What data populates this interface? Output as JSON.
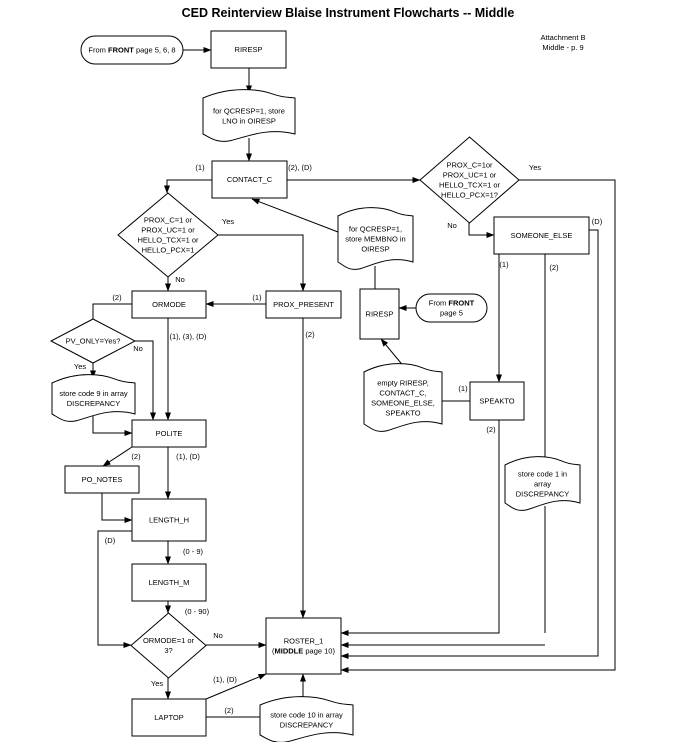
{
  "title": "CED Reinterview Blaise Instrument Flowcharts --  Middle",
  "attachment": [
    "Attachment B",
    "Middle - p. 9"
  ],
  "nodes": {
    "from_front_568": [
      [
        {
          "text": "From  "
        },
        {
          "text": "FRONT",
          "bold": true
        },
        {
          "text": " page 5, 6, 8"
        }
      ]
    ],
    "riresp_top": [
      [
        {
          "text": "RIRESP"
        }
      ]
    ],
    "store_lno": [
      [
        {
          "text": "for QCRESP=1, store"
        }
      ],
      [
        {
          "text": "LNO in OIRESP"
        }
      ]
    ],
    "contact_c": [
      [
        {
          "text": "CONTACT_C"
        }
      ]
    ],
    "diamond_left": [
      [
        {
          "text": "PROX_C=1 or"
        }
      ],
      [
        {
          "text": "PROX_UC=1 or"
        }
      ],
      [
        {
          "text": "HELLO_TCX=1 or"
        }
      ],
      [
        {
          "text": "HELLO_PCX=1"
        }
      ]
    ],
    "diamond_right": [
      [
        {
          "text": "PROX_C=1or"
        }
      ],
      [
        {
          "text": "PROX_UC=1 or"
        }
      ],
      [
        {
          "text": "HELLO_TCX=1 or"
        }
      ],
      [
        {
          "text": "HELLO_PCX=1?"
        }
      ]
    ],
    "someone_else": [
      [
        {
          "text": "SOMEONE_ELSE"
        }
      ]
    ],
    "store_membno": [
      [
        {
          "text": "for QCRESP=1,"
        }
      ],
      [
        {
          "text": "store MEMBNO in"
        }
      ],
      [
        {
          "text": "OIRESP"
        }
      ]
    ],
    "ormode": [
      [
        {
          "text": "ORMODE"
        }
      ]
    ],
    "prox_present": [
      [
        {
          "text": "PROX_PRESENT"
        }
      ]
    ],
    "riresp_mid": [
      [
        {
          "text": "RIRESP"
        }
      ]
    ],
    "from_front_5": [
      [
        {
          "text": "From "
        },
        {
          "text": "FRONT",
          "bold": true
        }
      ],
      [
        {
          "text": "page 5"
        }
      ]
    ],
    "pv_only": [
      [
        {
          "text": "PV_ONLY=Yes?"
        }
      ]
    ],
    "store_code9": [
      [
        {
          "text": "store code 9 in array"
        }
      ],
      [
        {
          "text": "DISCREPANCY"
        }
      ]
    ],
    "empty_doc": [
      [
        {
          "text": "empty RIRESP,"
        }
      ],
      [
        {
          "text": "CONTACT_C,"
        }
      ],
      [
        {
          "text": "SOMEONE_ELSE,"
        }
      ],
      [
        {
          "text": "SPEAKTO"
        }
      ]
    ],
    "speakto": [
      [
        {
          "text": "SPEAKTO"
        }
      ]
    ],
    "polite": [
      [
        {
          "text": "POLITE"
        }
      ]
    ],
    "po_notes": [
      [
        {
          "text": "PO_NOTES"
        }
      ]
    ],
    "store_code1": [
      [
        {
          "text": "store code 1 in"
        }
      ],
      [
        {
          "text": "array"
        }
      ],
      [
        {
          "text": "DISCREPANCY"
        }
      ]
    ],
    "length_h": [
      [
        {
          "text": "LENGTH_H"
        }
      ]
    ],
    "length_m": [
      [
        {
          "text": "LENGTH_M"
        }
      ]
    ],
    "ormode_diamond": [
      [
        {
          "text": "ORMODE=1 or"
        }
      ],
      [
        {
          "text": "3?"
        }
      ]
    ],
    "roster_1": [
      [
        {
          "text": "ROSTER_1"
        }
      ],
      [
        {
          "text": "("
        },
        {
          "text": "MIDDLE",
          "bold": true
        },
        {
          "text": " page 10)"
        }
      ]
    ],
    "laptop": [
      [
        {
          "text": "LAPTOP"
        }
      ]
    ],
    "store_code10": [
      [
        {
          "text": "store code 10 in array"
        }
      ],
      [
        {
          "text": "DISCREPANCY"
        }
      ]
    ]
  },
  "edge_labels": {
    "contact_1": "(1)",
    "contact_2d": "(2),  (D)",
    "left_yes": "Yes",
    "left_no": "No",
    "right_yes": "Yes",
    "right_no": "No",
    "someone_d": "(D)",
    "someone_1": "(1)",
    "someone_2": "(2)",
    "prox_1": "(1)",
    "prox_2": "(2)",
    "ormode_2": "(2)",
    "ormode_13d": "(1), (3), (D)",
    "pv_no": "No",
    "pv_yes": "Yes",
    "speakto_1": "(1)",
    "speakto_2": "(2)",
    "polite_2": "(2)",
    "polite_1d": "(1), (D)",
    "length_h_d": "(D)",
    "length_h_09": "(0 - 9)",
    "length_m_090": "(0 - 90)",
    "ormode_no": "No",
    "ormode_yes": "Yes",
    "laptop_1d": "(1), (D)",
    "laptop_2": "(2)"
  }
}
